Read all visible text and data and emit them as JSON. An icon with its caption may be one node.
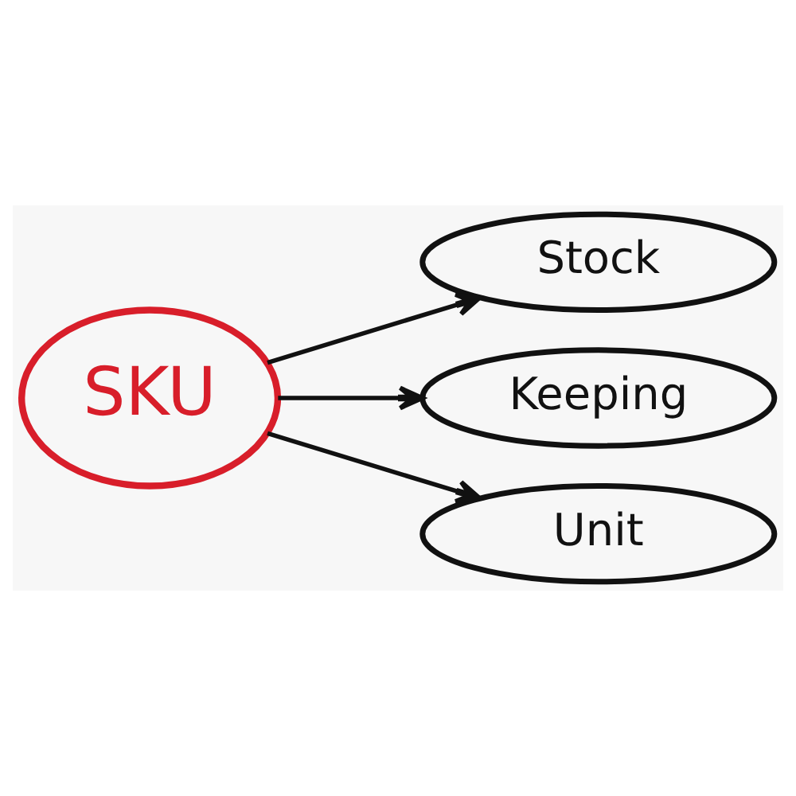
{
  "diagram": {
    "nodes": [
      {
        "text": [
          "SKU"
        ]
      },
      {
        "text": [
          "Stock"
        ]
      },
      {
        "text": [
          "Keeping"
        ]
      },
      {
        "text": [
          "Unit"
        ]
      }
    ],
    "edges": [
      {
        "from": 0,
        "to": 1,
        "arrow": "to"
      },
      {
        "from": 0,
        "to": 2,
        "arrow": "to"
      },
      {
        "from": 0,
        "to": 3,
        "arrow": "to"
      }
    ]
  }
}
